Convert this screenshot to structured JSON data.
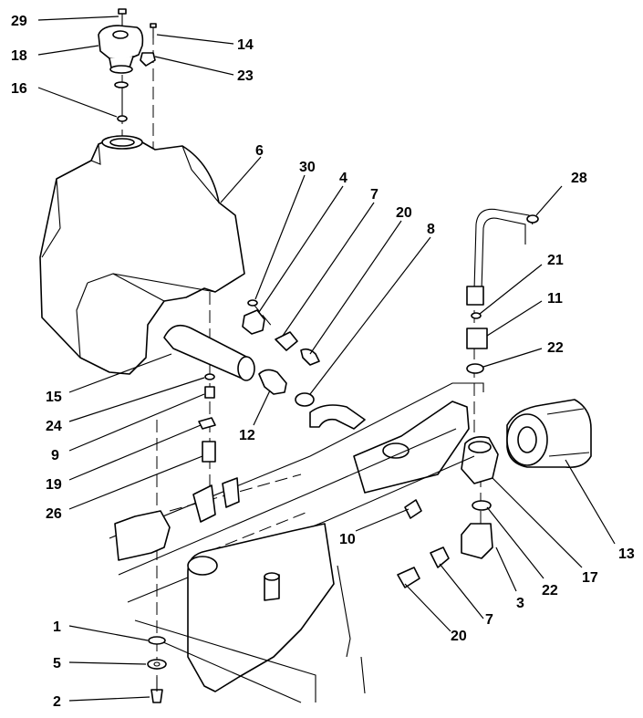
{
  "callouts": {
    "c29": "29",
    "c18": "18",
    "c16": "16",
    "c14": "14",
    "c23": "23",
    "c6": "6",
    "c30": "30",
    "c4": "4",
    "c7a": "7",
    "c20a": "20",
    "c8": "8",
    "c28": "28",
    "c21": "21",
    "c11": "11",
    "c22a": "22",
    "c15": "15",
    "c24": "24",
    "c9": "9",
    "c19": "19",
    "c26": "26",
    "c12": "12",
    "c10": "10",
    "c13": "13",
    "c17": "17",
    "c22b": "22",
    "c3": "3",
    "c7b": "7",
    "c20b": "20",
    "c1": "1",
    "c5": "5",
    "c2": "2"
  },
  "colors": {
    "ink": "#000000",
    "paper": "#ffffff"
  }
}
